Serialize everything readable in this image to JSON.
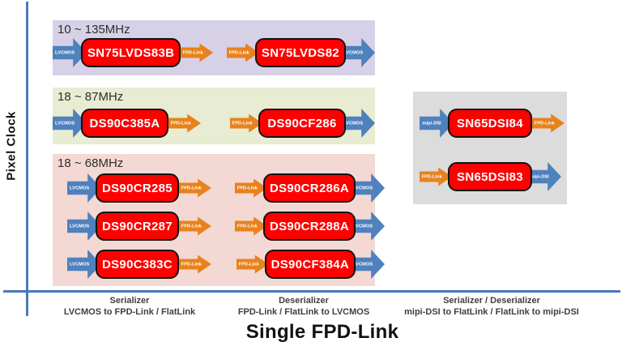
{
  "axis": {
    "y_label": "Pixel Clock",
    "title": "Single FPD-Link"
  },
  "categories": [
    {
      "line1": "Serializer",
      "line2": "LVCMOS to FPD-Link / FlatLink"
    },
    {
      "line1": "Deserializer",
      "line2": "FPD-Link / FlatLink to LVCMOS"
    },
    {
      "line1": "Serializer / Deserializer",
      "line2": "mipi-DSI to FlatLink / FlatLink to mipi-DSI"
    }
  ],
  "bands": [
    {
      "freq_range": "10 ~ 135MHz",
      "rows": [
        {
          "input": "LVCMOS",
          "serializer": "SN75LVDS83B",
          "link_out": "FPD-Link",
          "link_in": "FPD-Link",
          "deserializer": "SN75LVDS82",
          "output": "LVCMOS"
        }
      ]
    },
    {
      "freq_range": "18 ~ 87MHz",
      "rows": [
        {
          "input": "LVCMOS",
          "serializer": "DS90C385A",
          "link_out": "FPD-Link",
          "link_in": "FPD-Link",
          "deserializer": "DS90CF286",
          "output": "LVCMOS"
        }
      ]
    },
    {
      "freq_range": "18 ~ 68MHz",
      "rows": [
        {
          "input": "LVCMOS",
          "serializer": "DS90CR285",
          "link_out": "FPD-Link",
          "link_in": "FPD-Link",
          "deserializer": "DS90CR286A",
          "output": "LVCMOS"
        },
        {
          "input": "LVCMOS",
          "serializer": "DS90CR287",
          "link_out": "FPD-Link",
          "link_in": "FPD-Link",
          "deserializer": "DS90CR288A",
          "output": "LVCMOS"
        },
        {
          "input": "LVCMOS",
          "serializer": "DS90C383C",
          "link_out": "FPD-Link",
          "link_in": "FPD-Link",
          "deserializer": "DS90CF384A",
          "output": "LVCMOS"
        }
      ]
    }
  ],
  "mipi_panel": {
    "rows": [
      {
        "input": "mipi-DSI",
        "chip": "SN65DSI84",
        "output": "FPD-Link"
      },
      {
        "input": "FPD-Link",
        "chip": "SN65DSI83",
        "output": "mipi-DSI"
      }
    ]
  },
  "colors": {
    "axis": "#4a7ab8",
    "lvcmos_arrow": "#4f81bd",
    "fpd_link_arrow": "#e8821c",
    "chip_fill": "#fe0000",
    "chip_border": "#121212",
    "band_10_135mhz_bg": "#d7d1e7",
    "band_18_87mhz_bg": "#e7ecd2",
    "band_18_68mhz_bg": "#f3d8d4",
    "mipi_panel_bg": "#dcdcdc"
  }
}
